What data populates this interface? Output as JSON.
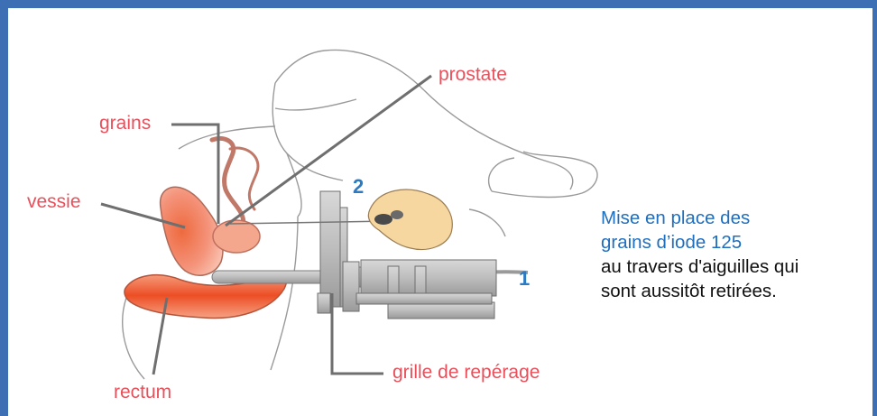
{
  "labels": {
    "prostate": "prostate",
    "grains": "grains",
    "vessie": "vessie",
    "rectum": "rectum",
    "grille": "grille de repérage",
    "num1": "1",
    "num2": "2"
  },
  "caption": {
    "line1": "Mise en place des",
    "line2": "grains d’iode 125",
    "line3": "au travers d'aiguilles qui",
    "line4": "sont aussitôt retirées."
  },
  "colors": {
    "frame": "#3d6fb5",
    "label_red": "#e8505b",
    "number_blue": "#2c7bc2",
    "organ_orange": "#ec6a3c",
    "leader_gray": "#6f6f6f"
  }
}
